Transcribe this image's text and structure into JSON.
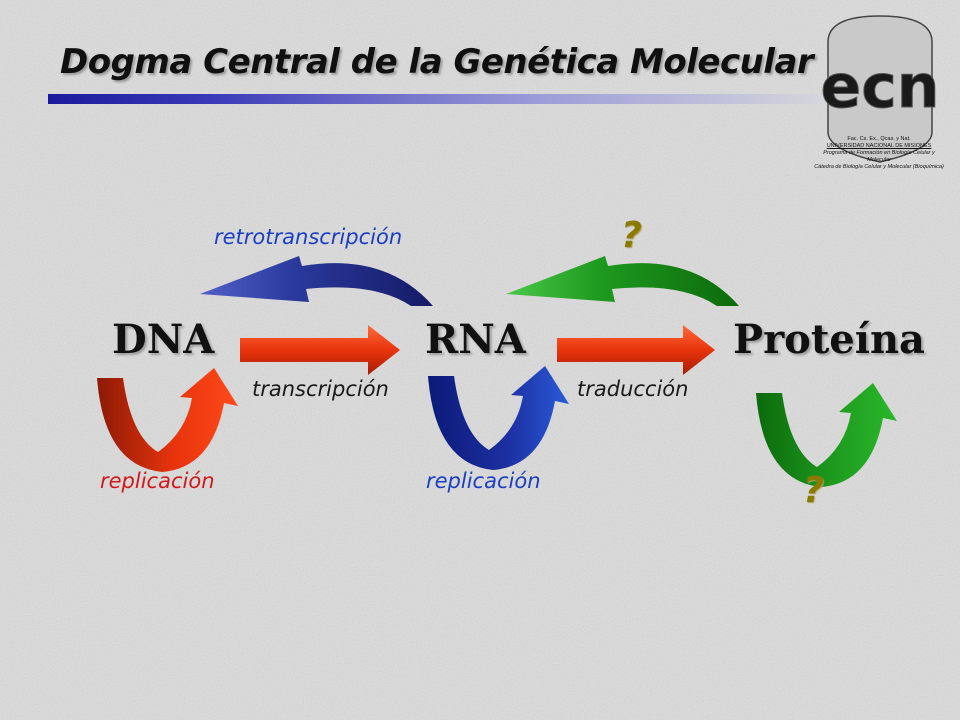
{
  "slide": {
    "title": "Dogma Central de la Genética Molecular"
  },
  "logo": {
    "letters": "ecn",
    "line1": "Fac. Cs. Ex., Qcas. y Nat.",
    "line2": "UNIVERSIDAD NACIONAL DE MISIONES",
    "line3": "Programa de Formación en Biología Celular y Molecular",
    "line4": "Cátedra de Biología Celular y Molecular (Bioquímica)"
  },
  "diagram": {
    "nodes": {
      "dna": "DNA",
      "rna": "RNA",
      "protein": "Proteína"
    },
    "labels": {
      "reverse_transcription": "retrotranscripción",
      "transcription": "transcripción",
      "translation": "traducción",
      "dna_replication": "replicación",
      "rna_replication": "replicación",
      "unknown_top": "?",
      "unknown_bottom": "?"
    },
    "colors": {
      "red": "#e8340c",
      "dark_red": "#b0200a",
      "blue": "#1c2fa0",
      "green": "#1e9a1e",
      "label_blue": "#1a3ec4",
      "label_red": "#d01a1a",
      "label_dark": "#1a1a1a",
      "question": "#8a7a00",
      "title_bar": "#1a1a9c"
    }
  }
}
